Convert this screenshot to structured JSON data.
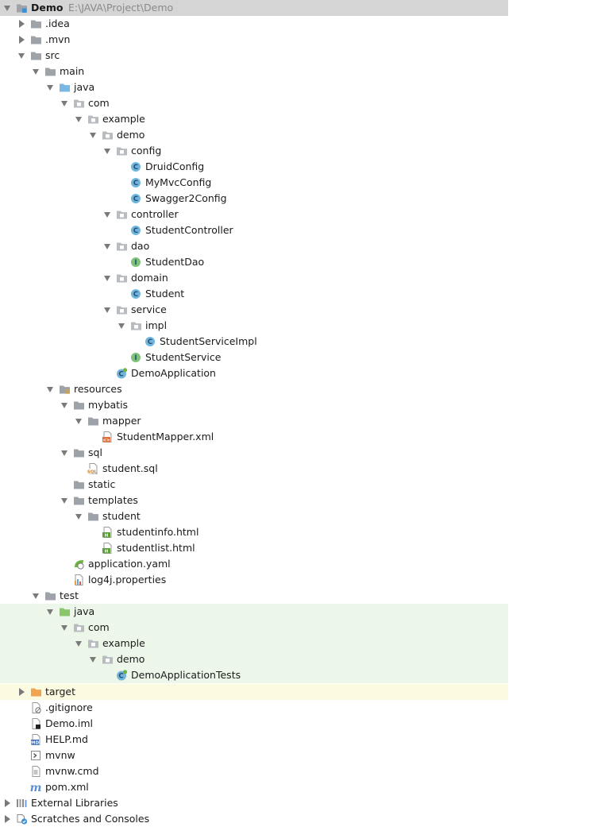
{
  "project": {
    "name": "Demo",
    "path": "E:\\JAVA\\Project\\Demo"
  },
  "rows": [
    {
      "label": "Demo",
      "sub": "E:\\JAVA\\Project\\Demo",
      "depth": 0,
      "arrow": "expanded",
      "icon": "module-folder-icon",
      "bold": true,
      "selected": true
    },
    {
      "label": ".idea",
      "depth": 1,
      "arrow": "collapsed",
      "icon": "folder-icon"
    },
    {
      "label": ".mvn",
      "depth": 1,
      "arrow": "collapsed",
      "icon": "folder-icon"
    },
    {
      "label": "src",
      "depth": 1,
      "arrow": "expanded",
      "icon": "folder-icon"
    },
    {
      "label": "main",
      "depth": 2,
      "arrow": "expanded",
      "icon": "folder-icon"
    },
    {
      "label": "java",
      "depth": 3,
      "arrow": "expanded",
      "icon": "source-folder-icon"
    },
    {
      "label": "com",
      "depth": 4,
      "arrow": "expanded",
      "icon": "package-icon"
    },
    {
      "label": "example",
      "depth": 5,
      "arrow": "expanded",
      "icon": "package-icon"
    },
    {
      "label": "demo",
      "depth": 6,
      "arrow": "expanded",
      "icon": "package-icon"
    },
    {
      "label": "config",
      "depth": 7,
      "arrow": "expanded",
      "icon": "package-icon"
    },
    {
      "label": "DruidConfig",
      "depth": 8,
      "arrow": "none",
      "icon": "class-icon"
    },
    {
      "label": "MyMvcConfig",
      "depth": 8,
      "arrow": "none",
      "icon": "class-icon"
    },
    {
      "label": "Swagger2Config",
      "depth": 8,
      "arrow": "none",
      "icon": "class-icon"
    },
    {
      "label": "controller",
      "depth": 7,
      "arrow": "expanded",
      "icon": "package-icon"
    },
    {
      "label": "StudentController",
      "depth": 8,
      "arrow": "none",
      "icon": "class-icon"
    },
    {
      "label": "dao",
      "depth": 7,
      "arrow": "expanded",
      "icon": "package-icon"
    },
    {
      "label": "StudentDao",
      "depth": 8,
      "arrow": "none",
      "icon": "interface-icon"
    },
    {
      "label": "domain",
      "depth": 7,
      "arrow": "expanded",
      "icon": "package-icon"
    },
    {
      "label": "Student",
      "depth": 8,
      "arrow": "none",
      "icon": "class-icon"
    },
    {
      "label": "service",
      "depth": 7,
      "arrow": "expanded",
      "icon": "package-icon"
    },
    {
      "label": "impl",
      "depth": 8,
      "arrow": "expanded",
      "icon": "package-icon"
    },
    {
      "label": "StudentServiceImpl",
      "depth": 9,
      "arrow": "none",
      "icon": "class-icon"
    },
    {
      "label": "StudentService",
      "depth": 8,
      "arrow": "none",
      "icon": "interface-icon"
    },
    {
      "label": "DemoApplication",
      "depth": 7,
      "arrow": "none",
      "icon": "spring-boot-class-icon"
    },
    {
      "label": "resources",
      "depth": 3,
      "arrow": "expanded",
      "icon": "resources-folder-icon"
    },
    {
      "label": "mybatis",
      "depth": 4,
      "arrow": "expanded",
      "icon": "folder-icon"
    },
    {
      "label": "mapper",
      "depth": 5,
      "arrow": "expanded",
      "icon": "folder-icon"
    },
    {
      "label": "StudentMapper.xml",
      "depth": 6,
      "arrow": "none",
      "icon": "xml-file-icon"
    },
    {
      "label": "sql",
      "depth": 4,
      "arrow": "expanded",
      "icon": "folder-icon"
    },
    {
      "label": "student.sql",
      "depth": 5,
      "arrow": "none",
      "icon": "sql-file-icon"
    },
    {
      "label": "static",
      "depth": 4,
      "arrow": "none",
      "icon": "folder-icon"
    },
    {
      "label": "templates",
      "depth": 4,
      "arrow": "expanded",
      "icon": "folder-icon"
    },
    {
      "label": "student",
      "depth": 5,
      "arrow": "expanded",
      "icon": "folder-icon"
    },
    {
      "label": "studentinfo.html",
      "depth": 6,
      "arrow": "none",
      "icon": "html-file-icon"
    },
    {
      "label": "studentlist.html",
      "depth": 6,
      "arrow": "none",
      "icon": "html-file-icon"
    },
    {
      "label": "application.yaml",
      "depth": 4,
      "arrow": "none",
      "icon": "spring-config-icon"
    },
    {
      "label": "log4j.properties",
      "depth": 4,
      "arrow": "none",
      "icon": "properties-file-icon"
    },
    {
      "label": "test",
      "depth": 2,
      "arrow": "expanded",
      "icon": "folder-icon"
    },
    {
      "label": "java",
      "depth": 3,
      "arrow": "expanded",
      "icon": "test-folder-icon",
      "bg": "test"
    },
    {
      "label": "com",
      "depth": 4,
      "arrow": "expanded",
      "icon": "package-icon",
      "bg": "test"
    },
    {
      "label": "example",
      "depth": 5,
      "arrow": "expanded",
      "icon": "package-icon",
      "bg": "test"
    },
    {
      "label": "demo",
      "depth": 6,
      "arrow": "expanded",
      "icon": "package-icon",
      "bg": "test"
    },
    {
      "label": "DemoApplicationTests",
      "depth": 7,
      "arrow": "none",
      "icon": "spring-boot-class-icon",
      "bg": "test"
    },
    {
      "label": "target",
      "depth": 1,
      "arrow": "collapsed",
      "icon": "excluded-folder-icon",
      "bg": "excluded",
      "gapTop": true
    },
    {
      "label": ".gitignore",
      "depth": 1,
      "arrow": "none",
      "icon": "ignore-file-icon"
    },
    {
      "label": "Demo.iml",
      "depth": 1,
      "arrow": "none",
      "icon": "iml-file-icon"
    },
    {
      "label": "HELP.md",
      "depth": 1,
      "arrow": "none",
      "icon": "markdown-file-icon"
    },
    {
      "label": "mvnw",
      "depth": 1,
      "arrow": "none",
      "icon": "script-file-icon"
    },
    {
      "label": "mvnw.cmd",
      "depth": 1,
      "arrow": "none",
      "icon": "text-file-icon"
    },
    {
      "label": "pom.xml",
      "depth": 1,
      "arrow": "none",
      "icon": "maven-file-icon"
    },
    {
      "label": "External Libraries",
      "depth": 0,
      "arrow": "collapsed",
      "icon": "libraries-icon"
    },
    {
      "label": "Scratches and Consoles",
      "depth": 0,
      "arrow": "collapsed",
      "icon": "scratches-icon"
    }
  ],
  "colors": {
    "selected_bg": "#d5d5d5",
    "test_bg": "#edf7e9",
    "excluded_bg": "#fcfbe2",
    "folder": "#9da3a8",
    "source_folder": "#79b8e3",
    "test_folder": "#8bc76a",
    "excluded_folder": "#f0a451",
    "class_icon": "#6fb5dd",
    "interface_icon": "#7bc27a"
  }
}
